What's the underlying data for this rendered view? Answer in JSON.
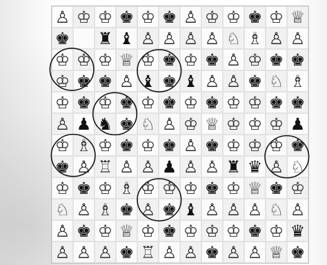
{
  "puzzle": {
    "board": [
      [
        "♙",
        "♔",
        "♔",
        "♚",
        "♔",
        "♚",
        "♙",
        "♔",
        "♔",
        "♚",
        "♔",
        "♕"
      ],
      [
        "♚",
        "",
        "♜",
        "♝",
        "♙",
        "♙",
        "♙",
        "♙",
        "♘",
        "♗",
        "♙",
        "♙"
      ],
      [
        "♔",
        "♔",
        "♔",
        "♕",
        "♔",
        "♚",
        "♔",
        "♚",
        "♙",
        "♔",
        "♚",
        "♚"
      ],
      [
        "♔",
        "♚",
        "♚",
        "♙",
        "♝",
        "♚",
        "♝",
        "♙",
        "♙",
        "♚",
        "♘",
        "♗"
      ],
      [
        "♔",
        "♚",
        "♔",
        "♚",
        "♔",
        "♚",
        "♔",
        "♚",
        "♔",
        "♔",
        "♚",
        "♚"
      ],
      [
        "♙",
        "♟",
        "♞",
        "♚",
        "♘",
        "♙",
        "♔",
        "♕",
        "♔",
        "♔",
        "♔",
        "♟"
      ],
      [
        "♔",
        "♗",
        "♔",
        "♚",
        "♔",
        "♚",
        "♙",
        "♚",
        "♔",
        "♔",
        "♔",
        "♚"
      ],
      [
        "♚",
        "♙",
        "♖",
        "♙",
        "♙",
        "♟",
        "♙",
        "♙",
        "♜",
        "♛",
        "♙",
        "♘"
      ],
      [
        "♔",
        "♚",
        "♔",
        "♗",
        "♔",
        "♔",
        "♔",
        "♚",
        "♔",
        "♕",
        "♚",
        "♔"
      ],
      [
        "♘",
        "♙",
        "♗",
        "♚",
        "♙",
        "♚",
        "♝",
        "♙",
        "♙",
        "♙",
        "♘",
        "♙"
      ],
      [
        "♙",
        "♚",
        "♔",
        "♕",
        "♔",
        "♚",
        "♔",
        "♔",
        "♔",
        "♚",
        "♔",
        "♛"
      ],
      [
        "♙",
        "♙",
        "♙",
        "♚",
        "♖",
        "♙",
        "♙",
        "♚",
        "♙",
        "♙",
        "♕",
        "♚"
      ]
    ],
    "circled_regions": [
      {
        "row": 2,
        "col": 0
      },
      {
        "row": 2,
        "col": 4
      },
      {
        "row": 4,
        "col": 2
      },
      {
        "row": 6,
        "col": 0
      },
      {
        "row": 6,
        "col": 10
      },
      {
        "row": 8,
        "col": 4
      }
    ]
  },
  "colors": {
    "ink": "#161616",
    "paper": "#ffffff",
    "grid_line": "#e2e2e2"
  }
}
